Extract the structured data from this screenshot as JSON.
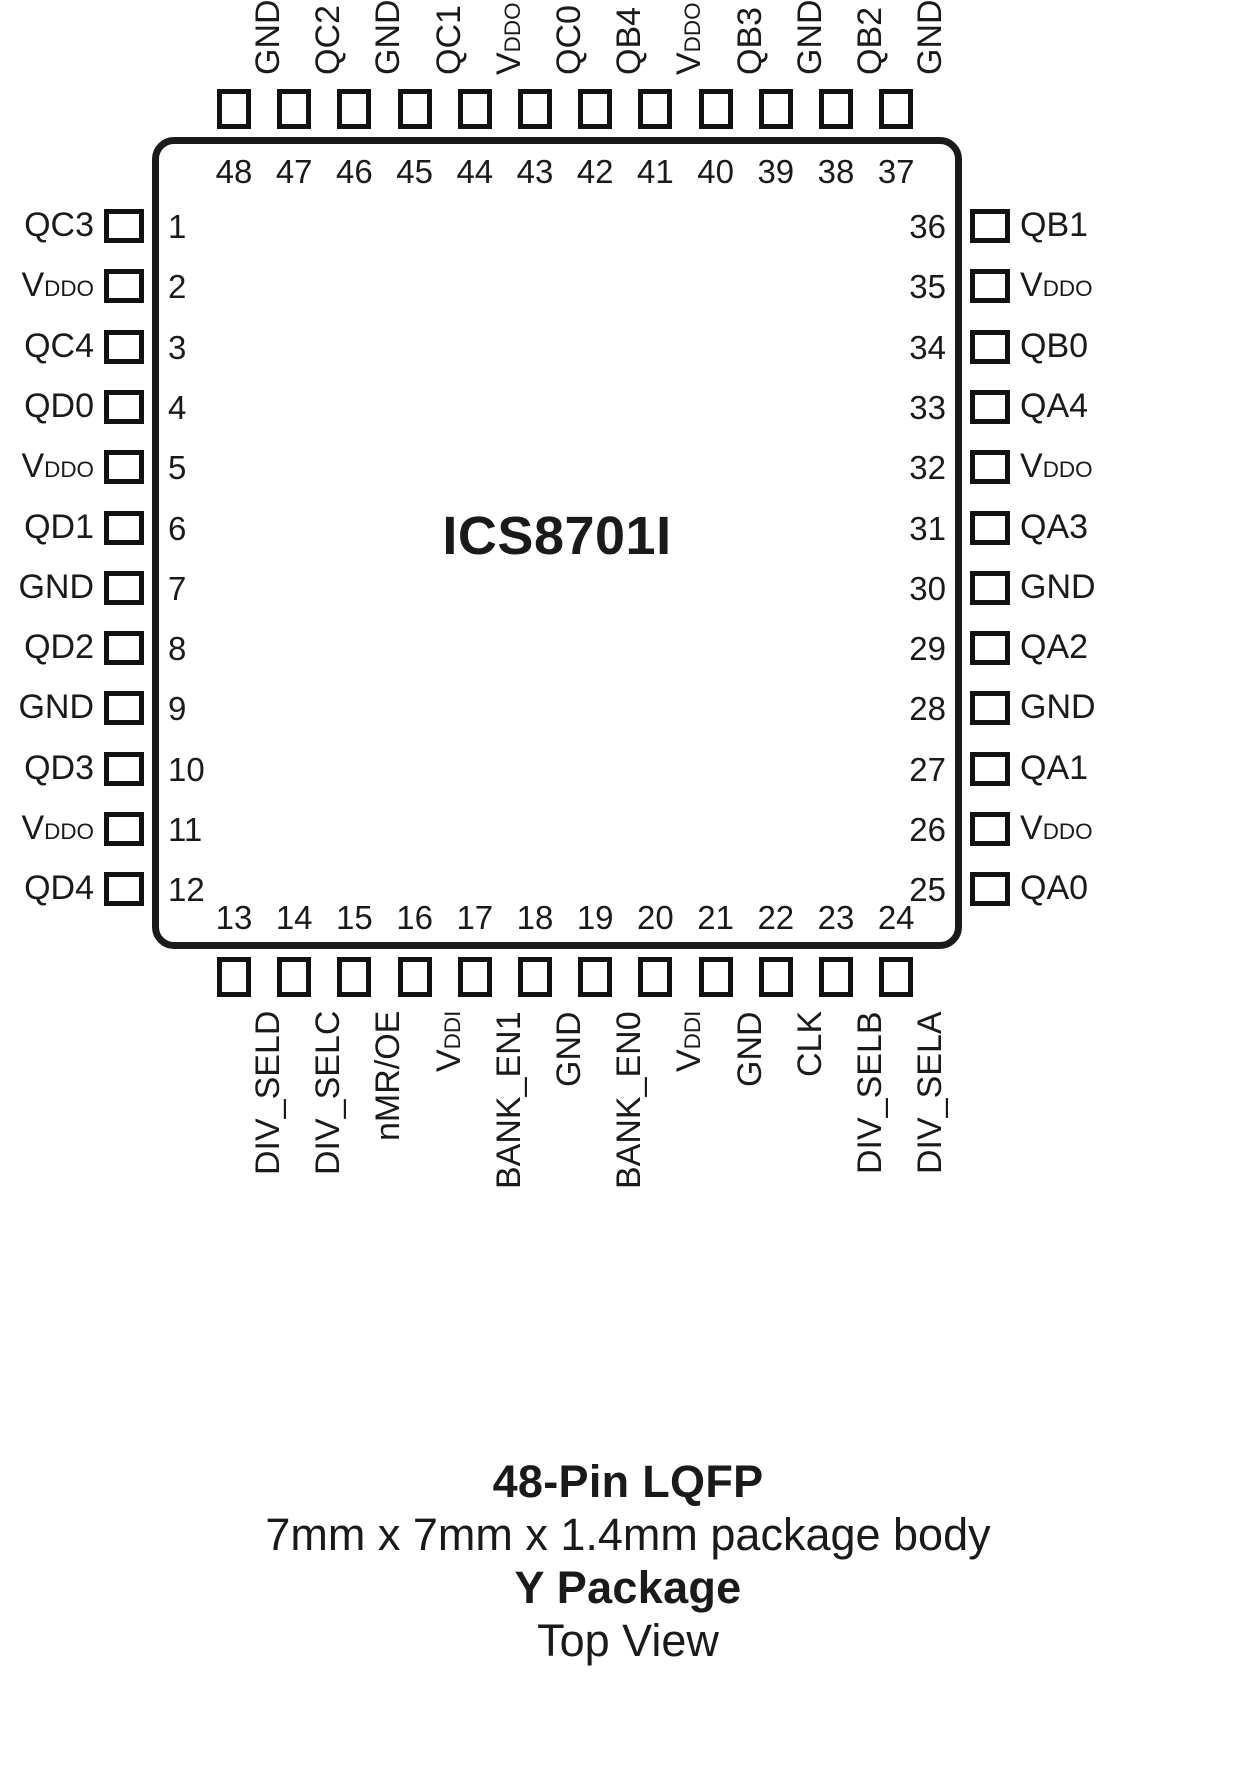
{
  "package": {
    "part_label": "ICS8701I",
    "footer": {
      "line1": "48-Pin LQFP",
      "line2": "7mm x 7mm x 1.4mm package body",
      "line3": "Y Package",
      "line4": "Top View"
    }
  },
  "pins": {
    "left": [
      {
        "num": "1",
        "name": "QC3"
      },
      {
        "num": "2",
        "name": "VDDO",
        "sub": "DDO",
        "base": "V"
      },
      {
        "num": "3",
        "name": "QC4"
      },
      {
        "num": "4",
        "name": "QD0"
      },
      {
        "num": "5",
        "name": "VDDO",
        "sub": "DDO",
        "base": "V"
      },
      {
        "num": "6",
        "name": "QD1"
      },
      {
        "num": "7",
        "name": "GND"
      },
      {
        "num": "8",
        "name": "QD2"
      },
      {
        "num": "9",
        "name": "GND"
      },
      {
        "num": "10",
        "name": "QD3"
      },
      {
        "num": "11",
        "name": "VDDO",
        "sub": "DDO",
        "base": "V"
      },
      {
        "num": "12",
        "name": "QD4"
      }
    ],
    "bottom": [
      {
        "num": "13",
        "name": "DIV_SELD"
      },
      {
        "num": "14",
        "name": "DIV_SELC"
      },
      {
        "num": "15",
        "name": "nMR/OE"
      },
      {
        "num": "16",
        "name": "VDDI",
        "sub": "DDI",
        "base": "V"
      },
      {
        "num": "17",
        "name": "BANK_EN1"
      },
      {
        "num": "18",
        "name": "GND"
      },
      {
        "num": "19",
        "name": "BANK_EN0"
      },
      {
        "num": "20",
        "name": "VDDI",
        "sub": "DDI",
        "base": "V"
      },
      {
        "num": "21",
        "name": "GND"
      },
      {
        "num": "22",
        "name": "CLK"
      },
      {
        "num": "23",
        "name": "DIV_SELB"
      },
      {
        "num": "24",
        "name": "DIV_SELA"
      }
    ],
    "right": [
      {
        "num": "25",
        "name": "QA0"
      },
      {
        "num": "26",
        "name": "VDDO",
        "sub": "DDO",
        "base": "V"
      },
      {
        "num": "27",
        "name": "QA1"
      },
      {
        "num": "28",
        "name": "GND"
      },
      {
        "num": "29",
        "name": "QA2"
      },
      {
        "num": "30",
        "name": "GND"
      },
      {
        "num": "31",
        "name": "QA3"
      },
      {
        "num": "32",
        "name": "VDDO",
        "sub": "DDO",
        "base": "V"
      },
      {
        "num": "33",
        "name": "QA4"
      },
      {
        "num": "34",
        "name": "QB0"
      },
      {
        "num": "35",
        "name": "VDDO",
        "sub": "DDO",
        "base": "V"
      },
      {
        "num": "36",
        "name": "QB1"
      }
    ],
    "top": [
      {
        "num": "37",
        "name": "GND"
      },
      {
        "num": "38",
        "name": "QB2"
      },
      {
        "num": "39",
        "name": "GND"
      },
      {
        "num": "40",
        "name": "QB3"
      },
      {
        "num": "41",
        "name": "VDDO",
        "sub": "DDO",
        "base": "V"
      },
      {
        "num": "42",
        "name": "QB4"
      },
      {
        "num": "43",
        "name": "QC0"
      },
      {
        "num": "44",
        "name": "VDDO",
        "sub": "DDO",
        "base": "V"
      },
      {
        "num": "45",
        "name": "QC1"
      },
      {
        "num": "46",
        "name": "GND"
      },
      {
        "num": "47",
        "name": "QC2"
      },
      {
        "num": "48",
        "name": "GND"
      }
    ]
  },
  "colors": {
    "ink": "#1a1a1a",
    "pad_stroke": "#111111",
    "background": "#ffffff"
  }
}
